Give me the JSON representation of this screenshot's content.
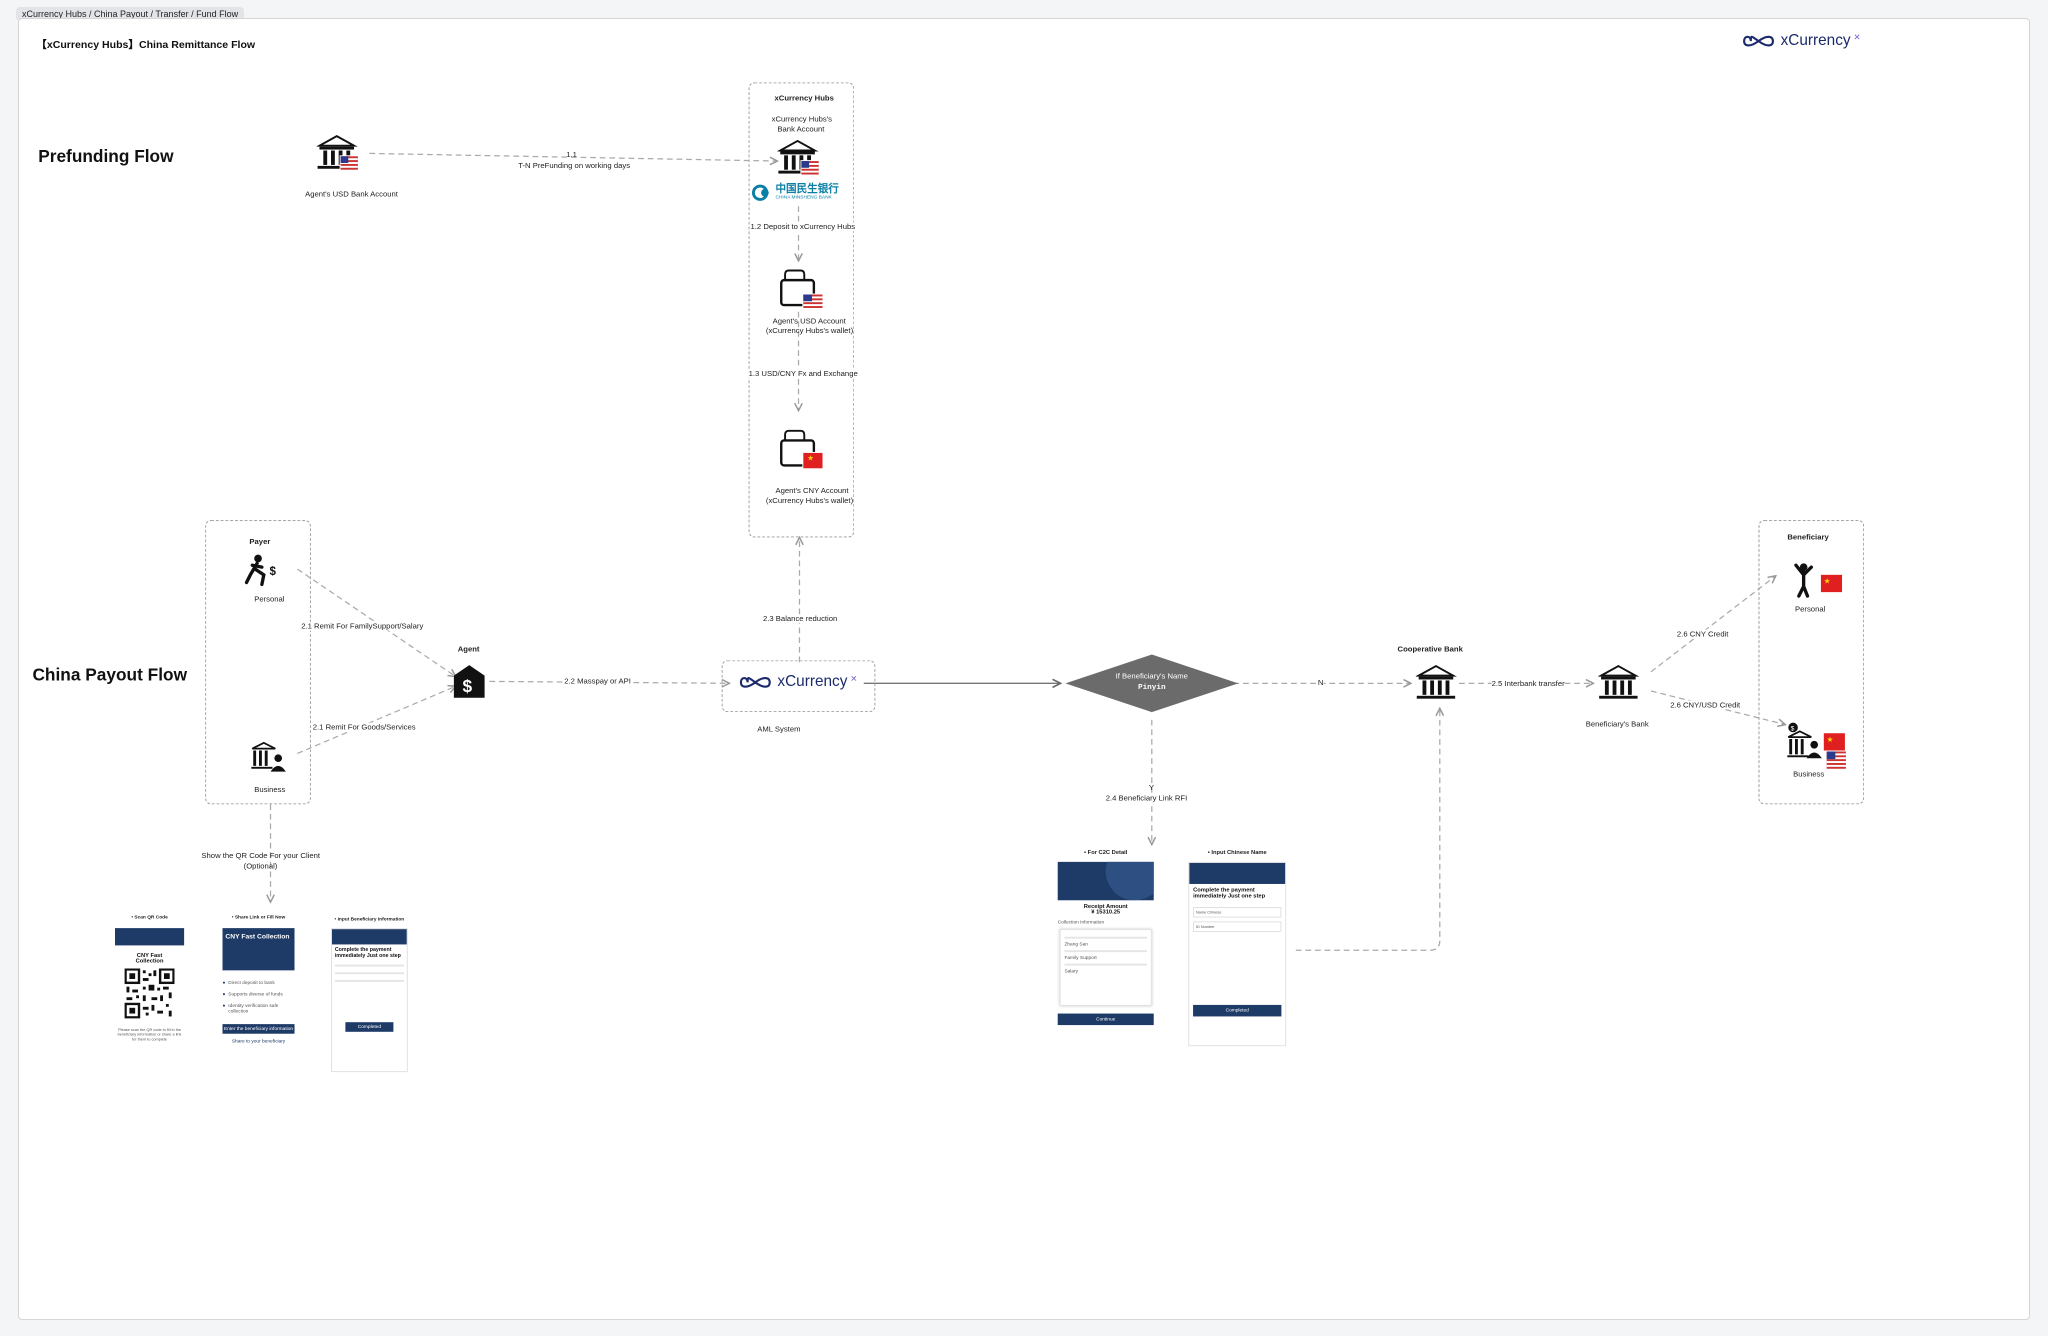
{
  "breadcrumb": "xCurrency Hubs / China Payout / Transfer / Fund Flow",
  "board_title": "【xCurrency Hubs】China Remittance Flow",
  "brand": {
    "name": "xCurrency",
    "star": "✕"
  },
  "colors": {
    "navy": "#1e3a66",
    "diamond": "#6b6b6b",
    "brand": "#1b2a6b",
    "accent": "#7a63d0"
  },
  "prefunding": {
    "title": "Prefunding Flow",
    "agent_bank_label": "Agent's USD Bank Account",
    "step_1_1_num": "1.1",
    "step_1_1_text": "T-N  PreFunding on working days",
    "hubs_box_title": "xCurrency Hubs",
    "hubs_bank_label_1": "xCurrency Hubs's",
    "hubs_bank_label_2": "Bank Account",
    "minsheng_cn": "中国民生银行",
    "minsheng_en": "CHINA MINSHENG BANK",
    "step_1_2": "1.2 Deposit to xCurrency Hubs",
    "usd_wallet_1": "Agent's USD Account",
    "usd_wallet_2": "(xCurrency Hubs's wallet)",
    "step_1_3": "1.3 USD/CNY Fx and Exchange",
    "cny_wallet_1": "Agent's CNY Account",
    "cny_wallet_2": "(xCurrency Hubs's wallet)"
  },
  "payout": {
    "title": "China Payout Flow",
    "payer_title": "Payer",
    "personal_label": "Personal",
    "business_label": "Business",
    "step_2_1a": "2.1 Remit For FamilySupport/Salary",
    "step_2_1b": "2.1 Remit For Goods/Services",
    "agent_label": "Agent",
    "step_2_2": "2.2 Masspay or API",
    "step_2_3": "2.3 Balance reduction",
    "aml_label": "AML System",
    "diamond_line1": "If Beneficiary's Name",
    "diamond_line2": "Pinyin",
    "n_label": "N",
    "y_label": "Y",
    "step_2_4": "2.4 Beneficiary Link RFI",
    "coop_bank_label": "Cooperative Bank",
    "step_2_5": "2.5 Interbank transfer",
    "bene_bank_label": "Beneficiary's Bank",
    "step_2_6a": "2.6  CNY Credit",
    "step_2_6b": "2.6 CNY/USD Credit",
    "bene_title": "Beneficiary",
    "bene_personal": "Personal",
    "bene_business": "Business",
    "qr_note_1": "Show the QR Code For your Client",
    "qr_note_2": "(Optional)"
  },
  "screens": {
    "scan_title": "• Scan QR Code",
    "scan_cny_1": "CNY Fast",
    "scan_cny_2": "Collection",
    "scan_note": "Please scan the QR code to fill in the beneficiary information or share a link for them to complete",
    "share_title": "• Share Link or Fill Now",
    "share_banner": "CNY Fast Collection",
    "share_item_1": "Direct deposit to bank",
    "share_item_2": "Supports diverse of funds",
    "share_item_3": "Identity verification safe collection",
    "share_btn": "Enter the beneficiary information",
    "share_link": "Share to your beneficiary",
    "input_title": "• Input Beneficiary Information",
    "input_heading": "Complete the payment immediately Just one step",
    "input_btn": "Completed",
    "c2c_title": "• For C2C  Detail",
    "c2c_receipt": "Receipt Amount",
    "c2c_amount": "¥ 15310.25",
    "c2c_info": "Collection Information",
    "c2c_field_1": "Zhang San",
    "c2c_field_2": "Family Support",
    "c2c_field_3": "Salary",
    "c2c_btn": "Continue",
    "cn_title": "• Input Chinese Name",
    "cn_heading": "Complete the payment immediately Just one step",
    "cn_placeholder_1": "Name Chinese",
    "cn_placeholder_2": "ID Number",
    "cn_btn": "Completed"
  }
}
